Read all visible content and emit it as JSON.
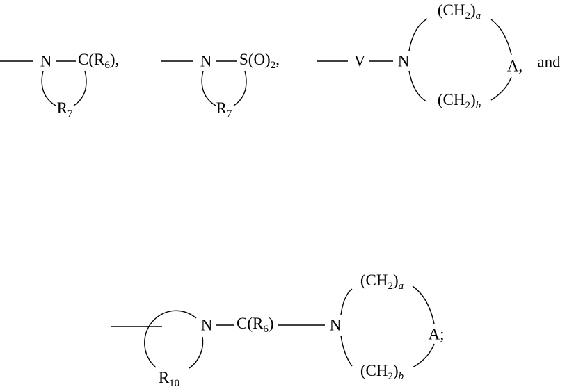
{
  "figure": {
    "background": "#ffffff",
    "ink": "#000000",
    "fragments": {
      "f1": {
        "n": "N",
        "group": {
          "main": "C(R",
          "sub": "6",
          "tail": "),"
        },
        "ring": {
          "main": "R",
          "sub": "7"
        }
      },
      "f2": {
        "n": "N",
        "group": {
          "main": "S(O)",
          "sub": "2",
          "tail": ","
        },
        "ring": {
          "main": "R",
          "sub": "7"
        }
      },
      "f3": {
        "v": "V",
        "n": "N",
        "top": {
          "main": "(CH",
          "sub": "2",
          "tail": ")",
          "subit": "a"
        },
        "right": "A,",
        "bottom": {
          "main": "(CH",
          "sub": "2",
          "tail": ")",
          "subit": "b"
        },
        "conjunction": "and"
      },
      "f4": {
        "ring_n": "N",
        "ring_sub": {
          "main": "R",
          "sub": "10"
        },
        "group": {
          "main": "C(R",
          "sub": "6",
          "tail": ")"
        },
        "n2": "N",
        "top": {
          "main": "(CH",
          "sub": "2",
          "tail": ")",
          "subit": "a"
        },
        "right": "A;",
        "bottom": {
          "main": "(CH",
          "sub": "2",
          "tail": ")",
          "subit": "b"
        }
      }
    }
  }
}
